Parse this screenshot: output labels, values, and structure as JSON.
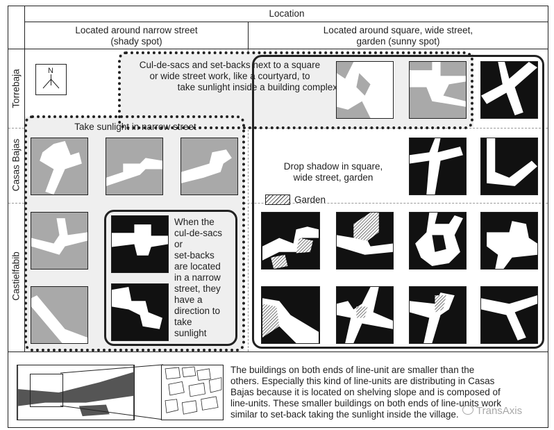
{
  "header": {
    "location_label": "Location",
    "col1_line1": "Located around narrow street",
    "col1_line2": "(shady spot)",
    "col2_line1": "Located around square, wide street,",
    "col2_line2": "garden (sunny spot)"
  },
  "rows": {
    "torrebaja": "Torrebaja",
    "casas_bajas": "Casas Bajas",
    "castielfabib": "Castielfabib"
  },
  "north_label": "N",
  "annotations": {
    "courtyard_1": "Cul-de-sacs and set-backs next to a square",
    "courtyard_2": "or wide street work, like a courtyard, to",
    "courtyard_3": "take sunlight inside a building complex",
    "narrow_street": "Take sunlight in narrow street",
    "drop_shadow_1": "Drop shadow in square,",
    "drop_shadow_2": "wide street, garden",
    "garden_legend": "Garden",
    "cul_1": "When the",
    "cul_2": "cul-de-sacs",
    "cul_3": "or",
    "cul_4": "set-backs",
    "cul_5": "are located",
    "cul_6": "in a narrow",
    "cul_7": "street, they",
    "cul_8": "have a",
    "cul_9": "direction to",
    "cul_10": "take",
    "cul_11": "sunlight"
  },
  "footer": {
    "line1": "The buildings on both ends of line-unit are smaller than the",
    "line2": "others. Especially this kind of line-units are distributing in Casas",
    "line3": "Bajas because it is located on shelving slope and is composed of",
    "line4": "line-units. These smaller buildings on both ends of line-units work",
    "line5": "similar to set-back taking the sunlight inside the village."
  },
  "watermark": "TransAxis",
  "colors": {
    "black_fill": "#111111",
    "gray_fill": "#a9a9a9",
    "shade_band": "#efefef"
  }
}
